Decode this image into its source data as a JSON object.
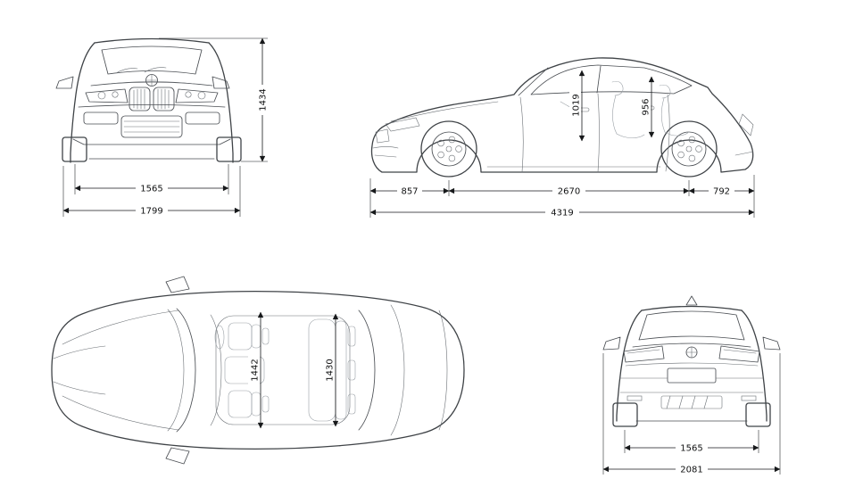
{
  "style": {
    "background": "#ffffff",
    "car_line_color": "#3f4347",
    "dimension_color": "#17191b"
  },
  "views": {
    "front": {
      "height": "1434",
      "track_width": "1565",
      "overall_width": "1799"
    },
    "side": {
      "interior_height_front": "1019",
      "interior_height_rear": "956",
      "front_overhang": "857",
      "wheelbase": "2670",
      "rear_overhang": "792",
      "overall_length": "4319"
    },
    "top": {
      "interior_width_front": "1442",
      "interior_width_rear": "1430"
    },
    "rear": {
      "track_width": "1565",
      "width_incl_mirrors": "2081"
    }
  }
}
